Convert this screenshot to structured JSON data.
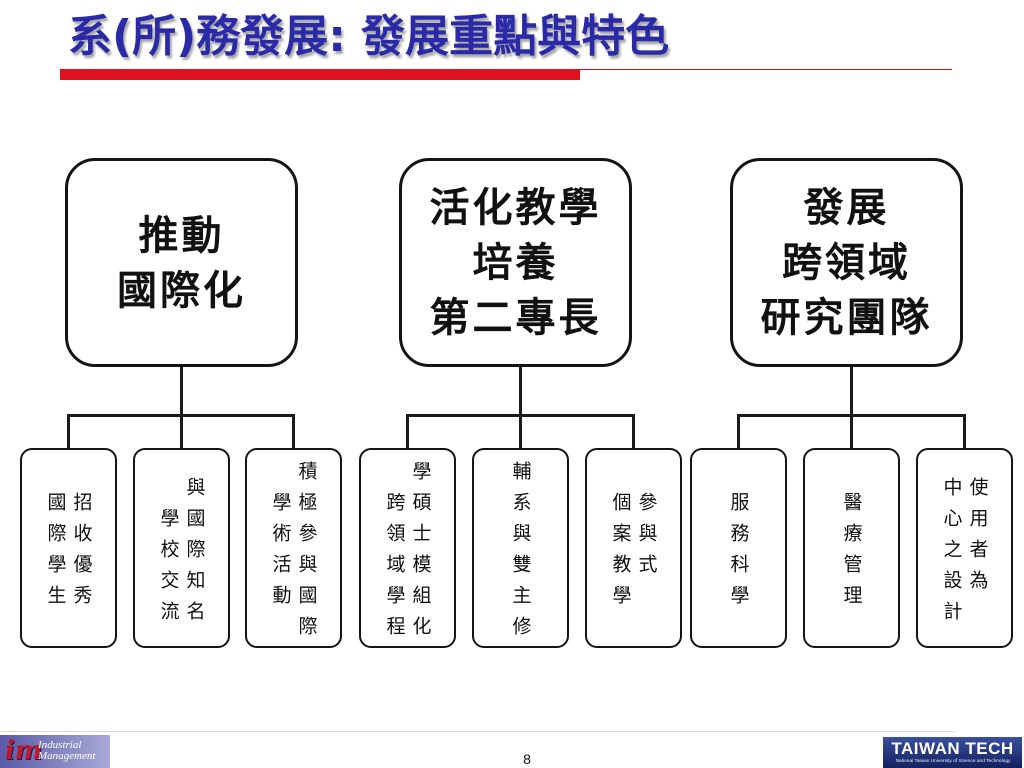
{
  "slide": {
    "title": "系(所)務發展: 發展重點與特色",
    "page_number": "8"
  },
  "diagram": {
    "groups": [
      {
        "heading_lines": [
          "推動",
          "國際化"
        ],
        "items": [
          {
            "columns": [
              "招收優秀",
              "國際學生"
            ]
          },
          {
            "columns": [
              "與國際知名",
              "學校交流"
            ]
          },
          {
            "columns": [
              "積極參與國際",
              "學術活動"
            ]
          }
        ]
      },
      {
        "heading_lines": [
          "活化教學",
          "培養",
          "第二專長"
        ],
        "items": [
          {
            "columns": [
              "學碩士模組化",
              "跨領域學程"
            ]
          },
          {
            "columns": [
              "輔系與雙主修"
            ]
          },
          {
            "columns": [
              "參與式",
              "個案教學"
            ]
          }
        ]
      },
      {
        "heading_lines": [
          "發展",
          "跨領域",
          "研究團隊"
        ],
        "items": [
          {
            "columns": [
              "服務科學"
            ]
          },
          {
            "columns": [
              "醫療管理"
            ]
          },
          {
            "columns": [
              "使用者為",
              "中心之設計"
            ]
          }
        ]
      }
    ]
  },
  "footer": {
    "left_logo": {
      "mark": "im",
      "line1": "Industrial",
      "line2": "Management"
    },
    "right_logo": {
      "name": "TAIWAN TECH",
      "subtitle": "National Taiwan University of Science and Technology"
    }
  },
  "colors": {
    "title": "#2a2aa8",
    "accent_red": "#e0101e",
    "line": "#1a1a1a",
    "box_border": "#141414"
  }
}
